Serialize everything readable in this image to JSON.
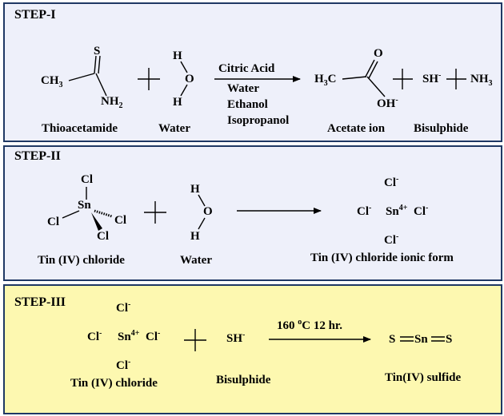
{
  "step1": {
    "title": "STEP-I",
    "thioacetamide": {
      "s": "S",
      "ch3": "CH",
      "ch3_sub": "3",
      "nh2": "NH",
      "nh2_sub": "2",
      "label": "Thioacetamide"
    },
    "water": {
      "h_top": "H",
      "o": "O",
      "h_bottom": "H",
      "label": "Water"
    },
    "arrow": {
      "above": "Citric Acid",
      "below": [
        "Water",
        "Ethanol",
        "Isopropanol"
      ]
    },
    "acetate": {
      "h3c": "H",
      "h3c_sub": "3",
      "h3c_c": "C",
      "o": "O",
      "oh": "OH",
      "oh_sup": "-",
      "label": "Acetate ion"
    },
    "bisulphide": {
      "sh": "SH",
      "sh_sup": "-",
      "label": "Bisulphide"
    },
    "ammonia": {
      "nh": "NH",
      "nh_sub": "3"
    }
  },
  "step2": {
    "title": "STEP-II",
    "sncl4": {
      "sn": "Sn",
      "cl_top": "Cl",
      "cl_left": "Cl",
      "cl_right": "Cl",
      "cl_bottom": "Cl",
      "label": "Tin (IV) chloride"
    },
    "water": {
      "h_top": "H",
      "o": "O",
      "h_bottom": "H",
      "label": "Water"
    },
    "ionic": {
      "cl_top": "Cl",
      "cl_top_sup": "-",
      "cl_left": "Cl",
      "cl_left_sup": "-",
      "sn": "Sn",
      "sn_sup": "4+",
      "cl_right": "Cl",
      "cl_right_sup": "-",
      "cl_bottom": "Cl",
      "cl_bottom_sup": "-",
      "label": "Tin (IV) chloride ionic form"
    }
  },
  "step3": {
    "title": "STEP-III",
    "ionic": {
      "cl_top": "Cl",
      "cl_top_sup": "-",
      "cl_left": "Cl",
      "cl_left_sup": "-",
      "sn": "Sn",
      "sn_sup": "4+",
      "cl_right": "Cl",
      "cl_right_sup": "-",
      "cl_bottom": "Cl",
      "cl_bottom_sup": "-",
      "label": "Tin (IV) chloride"
    },
    "bisulphide": {
      "sh": "SH",
      "sh_sup": "-",
      "label": "Bisulphide"
    },
    "arrow": {
      "temp": "160 ",
      "deg": "o",
      "rest": "C 12 hr."
    },
    "product": {
      "s_left": "S",
      "sn": "Sn",
      "s_right": "S",
      "label": "Tin(IV) sulfide"
    }
  },
  "colors": {
    "border": "#1f3864",
    "panel_blue": "#eef0fa",
    "panel_yellow": "#fdf8b0"
  }
}
